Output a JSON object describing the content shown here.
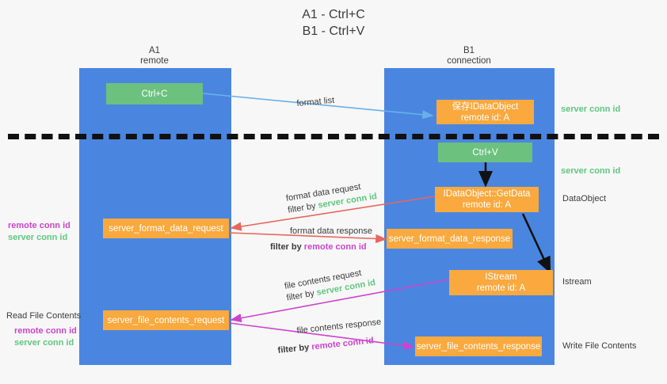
{
  "title": {
    "line1": "A1 - Ctrl+C",
    "line2": "B1 - Ctrl+V"
  },
  "lanes": [
    {
      "name": "A1",
      "sub": "remote"
    },
    {
      "name": "B1",
      "sub": "connection"
    }
  ],
  "nodes": {
    "ctrl_c": "Ctrl+C",
    "ctrl_v": "Ctrl+V",
    "save_dataobject_l1": "保存IDataObject",
    "save_dataobject_l2": "remote id: A",
    "getdata_l1": "IDataObject::GetData",
    "getdata_l2": "remote id: A",
    "istream_l1": "IStream",
    "istream_l2": "remote id: A",
    "server_format_data_request": "server_format_data_request",
    "server_format_data_response": "server_format_data_response",
    "server_file_contents_request": "server_file_contents_request",
    "server_file_contents_response": "server_file_contents_response"
  },
  "arrow_labels": {
    "format_list": "format list",
    "format_data_request": "format data request",
    "format_data_request_filter_pre": "filter by ",
    "format_data_request_filter_key": "server conn id",
    "format_data_response": "format data response",
    "format_data_response_filter_pre": "filter by ",
    "format_data_response_filter_key": "remote conn id",
    "file_contents_request": "file contents request",
    "file_contents_request_filter_pre": "filter by ",
    "file_contents_request_filter_key": "server conn id",
    "file_contents_response": "file contents response",
    "file_contents_response_filter_pre": "filter by ",
    "file_contents_response_filter_key": "remote conn id"
  },
  "side_labels": {
    "right_server_conn_id_top": "server conn id",
    "right_server_conn_id_mid": "server conn id",
    "right_dataobject": "DataObject",
    "right_istream": "Istream",
    "right_write_file_contents": "Write File Contents",
    "left_remote_conn_id_1": "remote conn id",
    "left_server_conn_id_1": "server conn id",
    "left_read_file_contents": "Read File Contents",
    "left_remote_conn_id_2": "remote conn id",
    "left_server_conn_id_2": "server conn id"
  },
  "colors": {
    "lane": "#4a86e0",
    "green_node": "#6cc17f",
    "orange_node": "#f9a93e",
    "arrow_blue": "#6ab0e8",
    "arrow_red": "#e8665c",
    "arrow_magenta": "#cc44cc",
    "arrow_black": "#111111",
    "green_text": "#5fc77f",
    "magenta_text": "#cc44cc",
    "background": "#f7f7f7"
  }
}
